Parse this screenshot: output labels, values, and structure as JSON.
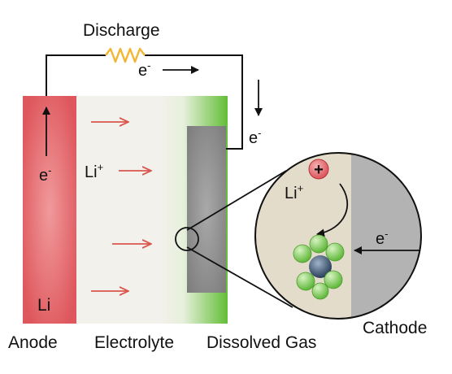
{
  "labels": {
    "discharge": "Discharge",
    "electron": "e",
    "minus": "-",
    "lithium_ion": "Li",
    "plus": "+",
    "anode_metal": "Li",
    "anode": "Anode",
    "electrolyte": "Electrolyte",
    "dissolved_gas": "Dissolved Gas",
    "cathode": "Cathode"
  },
  "colors": {
    "anode": "#e05a5e",
    "electrolyte": "#f3f1ec",
    "gas": "#6cc23e",
    "cathode": "#8f8f8f",
    "zoom_fill": "#e4dccb",
    "ion": "#e0585e",
    "arrow_red": "#d9574e",
    "resistor": "#f2b632",
    "molecule_green": "#7fd05a",
    "molecule_core": "#2a4a6a"
  },
  "icons": {
    "resistor": "resistor-icon",
    "ion": "lithium-ion-icon",
    "molecule": "gas-molecule-icon"
  }
}
